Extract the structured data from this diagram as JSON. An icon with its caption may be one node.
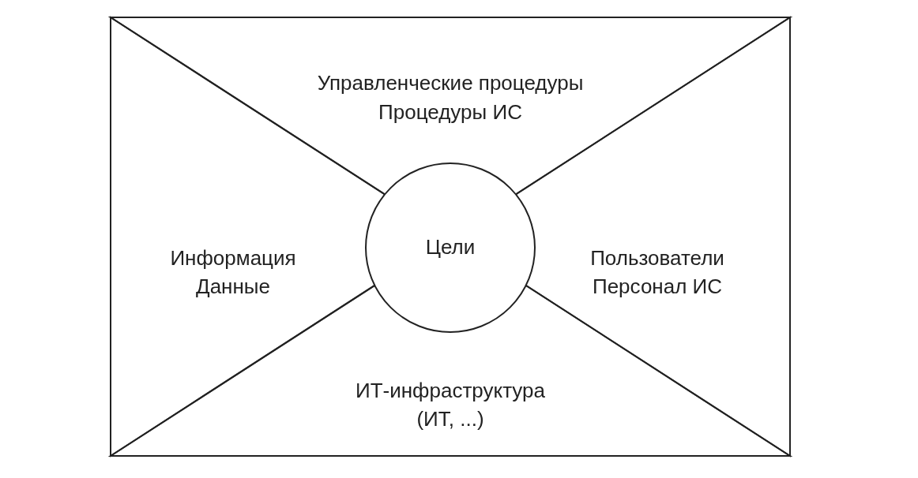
{
  "diagram": {
    "nodes": [
      {
        "text": [
          "Управленческие процедуры",
          "Процедуры ИС"
        ]
      },
      {
        "text": [
          "Информация",
          "Данные"
        ]
      },
      {
        "text": [
          "Пользователи",
          "Персонал ИС"
        ]
      },
      {
        "text": [
          "ИТ-инфраструктура",
          "(ИТ, ...)"
        ]
      },
      {
        "text": [
          "Цели"
        ]
      }
    ],
    "edges": []
  }
}
